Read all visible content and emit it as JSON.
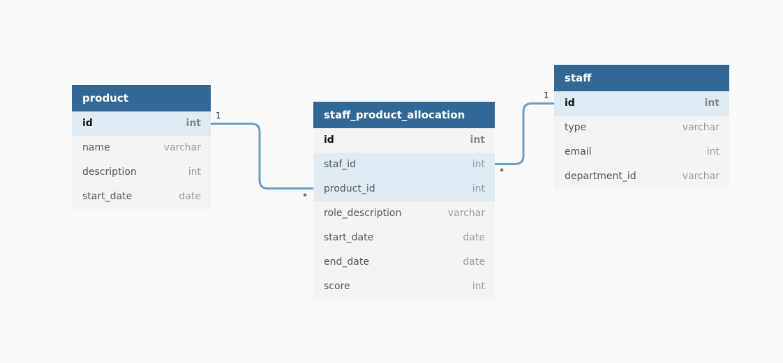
{
  "tables": {
    "product": {
      "name": "product",
      "fields": [
        {
          "name": "id",
          "type": "int"
        },
        {
          "name": "name",
          "type": "varchar"
        },
        {
          "name": "description",
          "type": "int"
        },
        {
          "name": "start_date",
          "type": "date"
        }
      ]
    },
    "staff_product_allocation": {
      "name": "staff_product_allocation",
      "fields": [
        {
          "name": "id",
          "type": "int"
        },
        {
          "name": "staf_id",
          "type": "int"
        },
        {
          "name": "product_id",
          "type": "int"
        },
        {
          "name": "role_description",
          "type": "varchar"
        },
        {
          "name": "start_date",
          "type": "date"
        },
        {
          "name": "end_date",
          "type": "date"
        },
        {
          "name": "score",
          "type": "int"
        }
      ]
    },
    "staff": {
      "name": "staff",
      "fields": [
        {
          "name": "id",
          "type": "int"
        },
        {
          "name": "type",
          "type": "varchar"
        },
        {
          "name": "email",
          "type": "int"
        },
        {
          "name": "department_id",
          "type": "varchar"
        }
      ]
    }
  },
  "relationships": {
    "product_to_allocation": {
      "from_cardinality": "1",
      "to_cardinality": "*"
    },
    "staff_to_allocation": {
      "from_cardinality": "1",
      "to_cardinality": "*"
    }
  },
  "colors": {
    "header": "#316896",
    "highlight_row": "#deebf3",
    "connector": "#6a9ec6",
    "background": "#fafafa"
  }
}
